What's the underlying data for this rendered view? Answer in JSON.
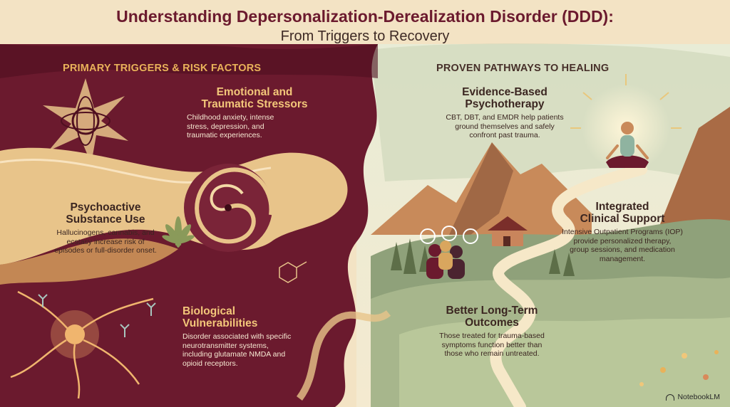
{
  "title": "Understanding Depersonalization-Derealization Disorder (DDD):",
  "subtitle": "From Triggers to Recovery",
  "left_section": {
    "heading": "PRIMARY TRIGGERS & RISK FACTORS",
    "blocks": [
      {
        "title_lines": [
          "Emotional and",
          "Traumatic Stressors"
        ],
        "desc_lines": [
          "Childhood anxiety, intense",
          "stress, depression, and",
          "traumatic experiences."
        ]
      },
      {
        "title_lines": [
          "Psychoactive",
          "Substance Use"
        ],
        "desc_lines": [
          "Hallucinogens, cannabis, and",
          "ecstasy increase risk of",
          "episodes or full-disorder onset."
        ]
      },
      {
        "title_lines": [
          "Biological",
          "Vulnerabilities"
        ],
        "desc_lines": [
          "Disorder associated with specific",
          "neurotransmitter systems,",
          "including glutamate NMDA and",
          "opioid receptors."
        ]
      }
    ]
  },
  "right_section": {
    "heading": "PROVEN PATHWAYS TO HEALING",
    "blocks": [
      {
        "title_lines": [
          "Evidence-Based",
          "Psychotherapy"
        ],
        "desc_lines": [
          "CBT, DBT, and EMDR help patients",
          "ground themselves and safely",
          "confront past trauma."
        ]
      },
      {
        "title_lines": [
          "Integrated",
          "Clinical Support"
        ],
        "desc_lines": [
          "Intensive Outpatient Programs (IOP)",
          "provide personalized therapy,",
          "group sessions, and medication",
          "management."
        ]
      },
      {
        "title_lines": [
          "Better Long-Term",
          "Outcomes"
        ],
        "desc_lines": [
          "Those treated for trauma-based",
          "symptoms function better than",
          "those who remain untreated."
        ]
      }
    ]
  },
  "brand": "NotebookLM",
  "colors": {
    "maroon": "#6b1a2e",
    "deep_maroon": "#4f0f20",
    "gold": "#e9b25a",
    "cream": "#f3e3c4",
    "sage": "#a9b996",
    "text_dark": "#3b2621"
  }
}
